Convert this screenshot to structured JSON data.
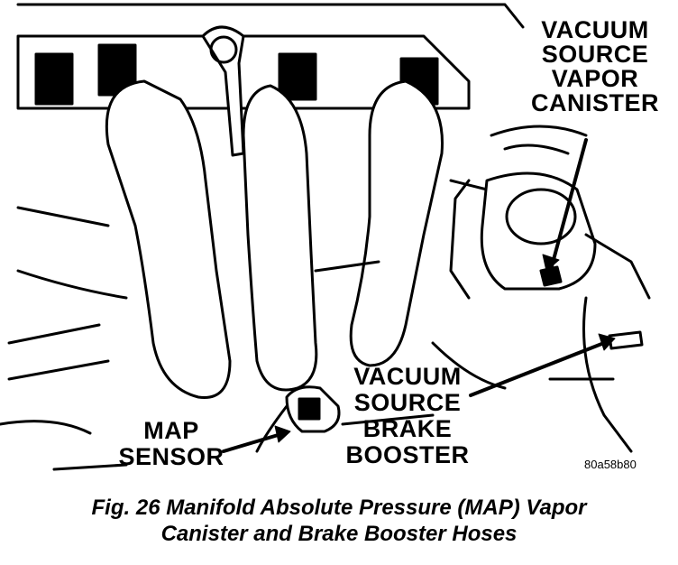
{
  "callouts": {
    "vacuum_source_vapor_canister": [
      "VACUUM",
      "SOURCE",
      "VAPOR",
      "CANISTER"
    ],
    "vacuum_source_brake_booster": [
      "VACUUM",
      "SOURCE",
      "BRAKE",
      "BOOSTER"
    ],
    "map_sensor": [
      "MAP",
      "SENSOR"
    ]
  },
  "figure_code": "80a58b80",
  "caption": [
    "Fig. 26 Manifold Absolute Pressure (MAP) Vapor",
    "Canister and Brake Booster Hoses"
  ],
  "colors": {
    "ink": "#000000",
    "paper": "#ffffff"
  }
}
